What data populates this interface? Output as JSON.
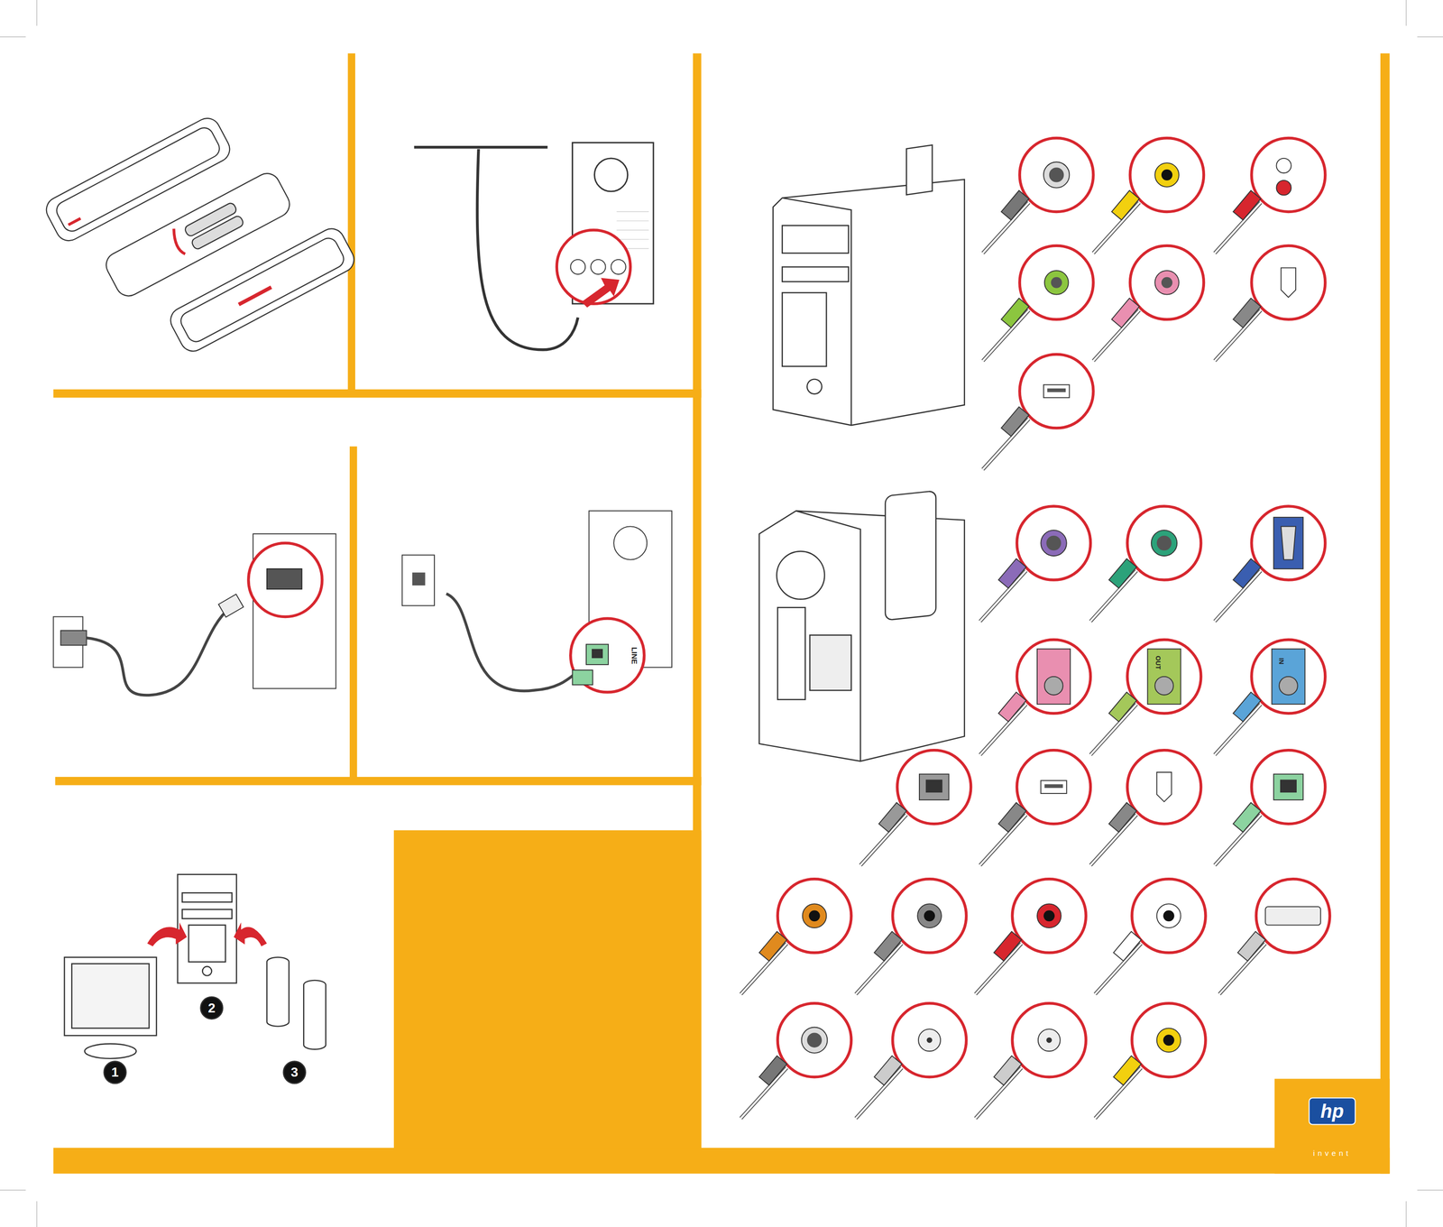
{
  "diagram": {
    "nodes": [
      {
        "text": [
          "hp",
          "invent"
        ]
      }
    ],
    "labels": [
      "LINE",
      "OUT",
      "IN",
      "1",
      "2",
      "3"
    ]
  }
}
